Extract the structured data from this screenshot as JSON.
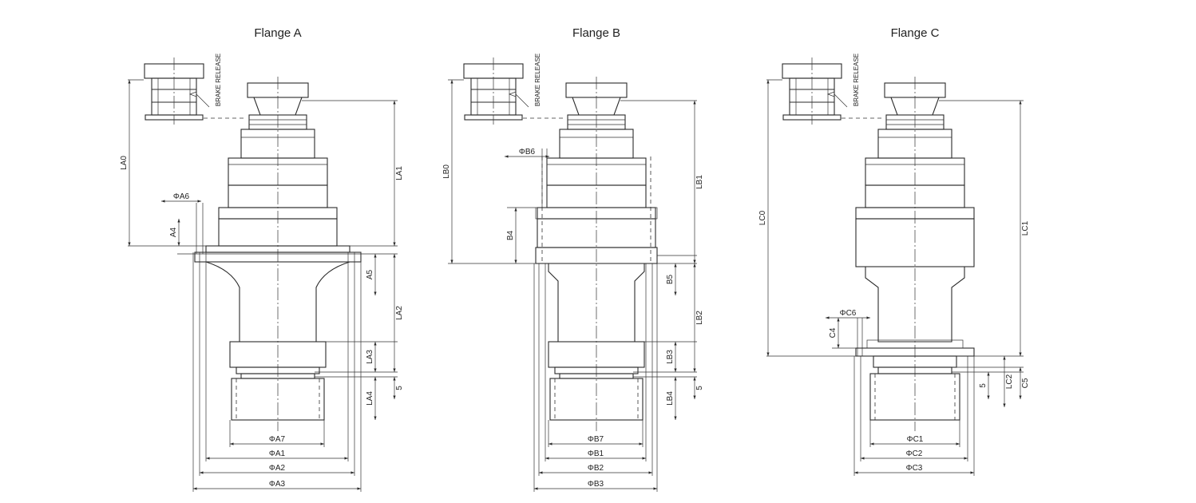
{
  "drawing": {
    "flanges": [
      {
        "title": "Flange A",
        "brake_label": "BRAKE RELEASE",
        "vertical_dims": [
          "LA0",
          "LA1",
          "A4",
          "A5",
          "LA2",
          "LA3",
          "5",
          "LA4"
        ],
        "diameter_dims": [
          "ΦA6",
          "ΦA7",
          "ΦA1",
          "ΦA2",
          "ΦA3"
        ]
      },
      {
        "title": "Flange B",
        "brake_label": "BRAKE RELEASE",
        "vertical_dims": [
          "LB0",
          "LB1",
          "B4",
          "B5",
          "LB2",
          "LB3",
          "5",
          "LB4"
        ],
        "diameter_dims": [
          "ΦB6",
          "ΦB7",
          "ΦB1",
          "ΦB2",
          "ΦB3"
        ]
      },
      {
        "title": "Flange C",
        "brake_label": "BRAKE RELEASE",
        "vertical_dims": [
          "LC0",
          "LC1",
          "C4",
          "5",
          "LC2",
          "C5"
        ],
        "diameter_dims": [
          "ΦC6",
          "ΦC1",
          "ΦC2",
          "ΦC3"
        ]
      }
    ]
  }
}
